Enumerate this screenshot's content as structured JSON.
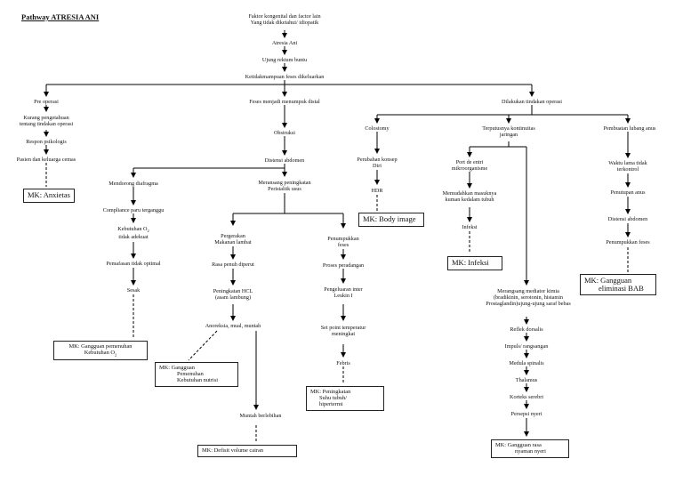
{
  "title": "Pathway ATRESIA ANI",
  "top": {
    "faktor": [
      "Faktor kongenital dan factor lain",
      "Yang tidak diketahui/ idiopatik"
    ],
    "atresia": "Atresia Ani",
    "ujung": "Ujung rektum buntu",
    "ketidak": "Ketidakmampuan feses dikeluarkan"
  },
  "left": {
    "pre": "Pre operasi",
    "kurang": [
      "Kurang pengetahuan",
      "tentang tindakan operasi"
    ],
    "respon": "Respon psikologis",
    "pasien": "Pasien dan keluarga cemas",
    "mk_anxietas": "MK: Anxietas"
  },
  "middle": {
    "feses": "Feses menjadi menumpuk distal",
    "obstruksi": "Obstruksi",
    "distensi": "Distensi abdomen",
    "mendorong": "Mendorong diafragma",
    "compliance": "Compliance paru terganggu",
    "kebutuhan_o2": [
      "Kebutuhan O",
      "tidak adekuat"
    ],
    "pemafasan": "Pemafasan tidak optimal",
    "sesak": "Sesak",
    "mk_o2": [
      "MK: Gangguan pemenuhan",
      "Kebutuhan O"
    ],
    "meransang": [
      "Meransang peningkatan",
      "Peristaltik usus"
    ],
    "pergerakan": [
      "Pergerakan",
      "Makanan lambat"
    ],
    "rasa": "Rasa penuh diperut",
    "peningkatan_hcl": [
      "Peningkatan HCL",
      "(asam lambung)"
    ],
    "anoreksia": "Anoreksia, mual, muntah",
    "mk_nutrisi": [
      "MK: Gangguan",
      "Pemenuhan",
      "Kebutuhan nutrisi"
    ],
    "muntah": "Muntah berlebihan",
    "mk_cairan": "MK: Defisit volume cairan",
    "penumpukan": [
      "Penumpukkan",
      "feses"
    ],
    "proses": "Proses peradangan",
    "pengeluaran": [
      "Pengeluaran inter",
      "Leukin I"
    ],
    "setpoint": [
      "Set point temperatur",
      "meningkat"
    ],
    "febris": "Febris",
    "mk_suhu": [
      "MK: Peningkatan",
      "Suhu tubuh/",
      "hipertermi"
    ]
  },
  "right": {
    "dilakukan": "Dilakukan tindakan operasi",
    "colostomy": "Colostomy",
    "perubahan": [
      "Perubahan konsep",
      "Diri"
    ],
    "hdr": "HDR",
    "mk_body": "MK: Body image",
    "terputus": [
      "Terputusnya kontinuitas",
      "jaringan"
    ],
    "portde": [
      "Port de entri",
      "mikroorganisme"
    ],
    "memudahkan": [
      "Memudahkan masuknya",
      "kuman kedalam tubuh"
    ],
    "infeksi": "Infeksi",
    "mk_infeksi": "MK: Infeksi",
    "merangsang": [
      "Merangsang mediator kimia",
      "(bradikinin, serotonin, histamin",
      "Prostaglandin)ujung-ujung saraf bebas"
    ],
    "reflek": "Reflek dorsalis",
    "impuls": "Impuls/ rangsangan",
    "medula": "Medula spinalis",
    "thalamus": "Thalamus",
    "korteks": "Korteks serebri",
    "persepsi": "Persepsi nyeri",
    "mk_nyeri": [
      "MK:     Gangguan rasa",
      "nyaman nyeri"
    ],
    "pembuatan": "Pembuatan lubang anus",
    "waktu": [
      "Waktu lama tidak",
      "terkontrol"
    ],
    "penutupan": "Penutupan anus",
    "distensi2": "Distensi abdomen",
    "penumpukan2": "Penumpukkan feses",
    "mk_bab": [
      "MK:   Gangguan",
      "eliminasi BAB"
    ]
  },
  "subscripts": {
    "o2a": "2",
    "o2b": "2"
  }
}
